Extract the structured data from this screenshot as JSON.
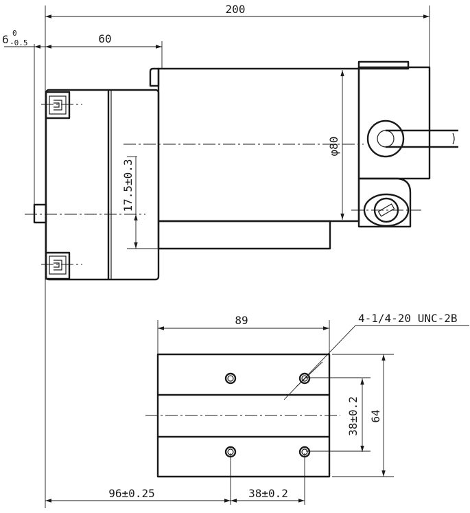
{
  "dimensions": {
    "overall_length": "200",
    "flange_length": "60",
    "shaft_stub_base": "6",
    "shaft_stub_upper_tol": "0",
    "shaft_stub_lower_tol": "-0.5",
    "diameter": "φ80",
    "offset": "17.5±0.3",
    "base_width": "89",
    "thread_callout": "4-1/4-20 UNC-2B",
    "hole_spacing_vertical": "38±0.2",
    "base_height": "64",
    "base_offset": "96±0.25",
    "hole_spacing_horizontal": "38±0.2"
  },
  "colors": {
    "line": "#1a1a1a",
    "background": "#ffffff"
  }
}
